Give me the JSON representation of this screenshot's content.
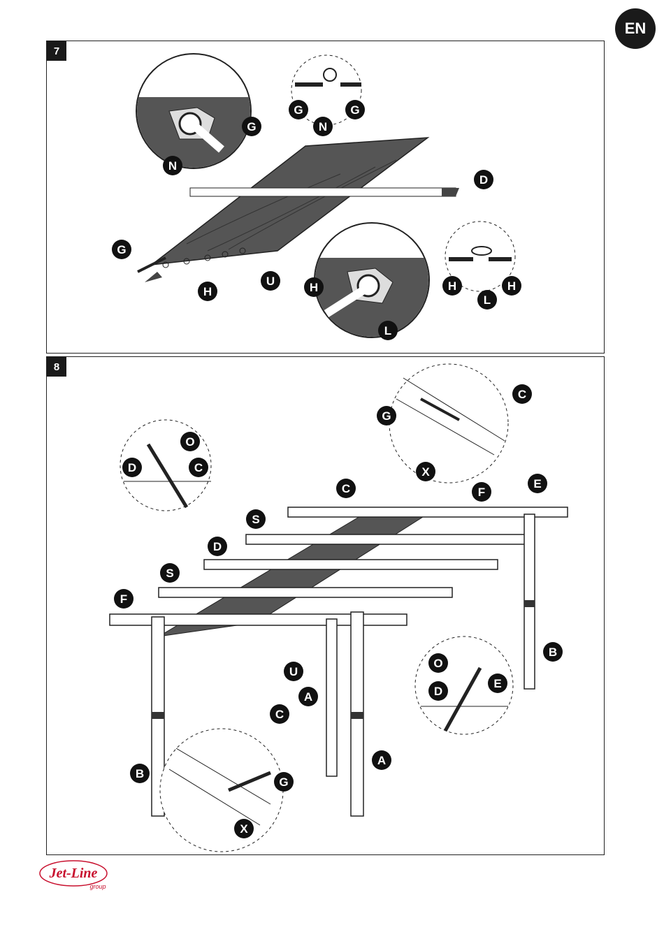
{
  "page": {
    "language": "EN"
  },
  "steps": [
    {
      "number": "7",
      "callouts": [
        "G",
        "N",
        "G",
        "N",
        "G",
        "D",
        "G",
        "H",
        "U",
        "H",
        "L",
        "H",
        "L",
        "H"
      ]
    },
    {
      "number": "8",
      "callouts": [
        "C",
        "G",
        "X",
        "O",
        "D",
        "C",
        "C",
        "F",
        "E",
        "S",
        "D",
        "S",
        "F",
        "U",
        "A",
        "B",
        "O",
        "D",
        "E",
        "B",
        "A",
        "C",
        "G",
        "X"
      ]
    }
  ],
  "brand": {
    "name": "Jet-Line",
    "sub": "group",
    "color": "#c8102e"
  },
  "colors": {
    "canvas": "#555555",
    "line": "#222222",
    "callout_bg": "#111111"
  }
}
